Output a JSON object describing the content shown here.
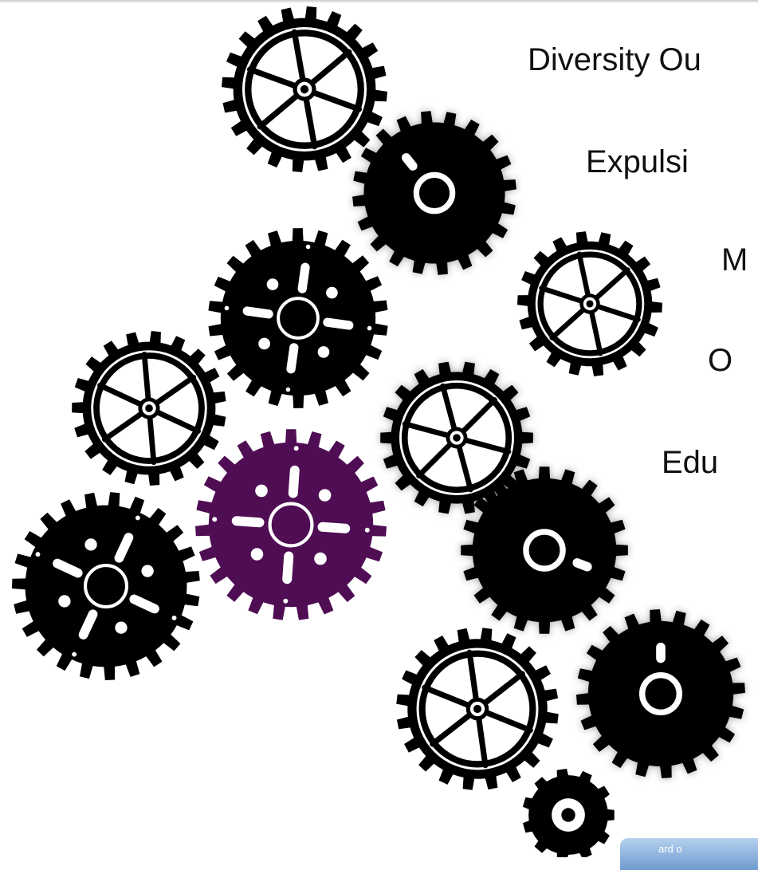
{
  "labels": [
    "Diversity Ou",
    "Expulsi",
    "M",
    "O",
    "Edu"
  ],
  "bottom_tab": {
    "text": "ard o"
  },
  "colors": {
    "gear_black": "#000000",
    "gear_purple": "#4f0d54",
    "background": "#ffffff",
    "tab": "#7aa3d4"
  },
  "gears": [
    {
      "name": "gear-spoked-top",
      "style": "spoked",
      "color": "black"
    },
    {
      "name": "gear-dial-upper",
      "style": "dial",
      "color": "black"
    },
    {
      "name": "gear-dotted-center",
      "style": "dotted",
      "color": "black"
    },
    {
      "name": "gear-spoked-right",
      "style": "spoked",
      "color": "black"
    },
    {
      "name": "gear-spoked-left",
      "style": "spoked",
      "color": "black"
    },
    {
      "name": "gear-spoked-middle",
      "style": "spoked",
      "color": "black"
    },
    {
      "name": "gear-dotted-purple",
      "style": "dotted",
      "color": "purple"
    },
    {
      "name": "gear-dotted-bottom-left",
      "style": "dotted",
      "color": "black"
    },
    {
      "name": "gear-dial-middle",
      "style": "dial",
      "color": "black"
    },
    {
      "name": "gear-spoked-bottom",
      "style": "spoked",
      "color": "black"
    },
    {
      "name": "gear-dial-lower-right",
      "style": "dial",
      "color": "black"
    },
    {
      "name": "gear-small-bottom",
      "style": "ring",
      "color": "black"
    }
  ]
}
